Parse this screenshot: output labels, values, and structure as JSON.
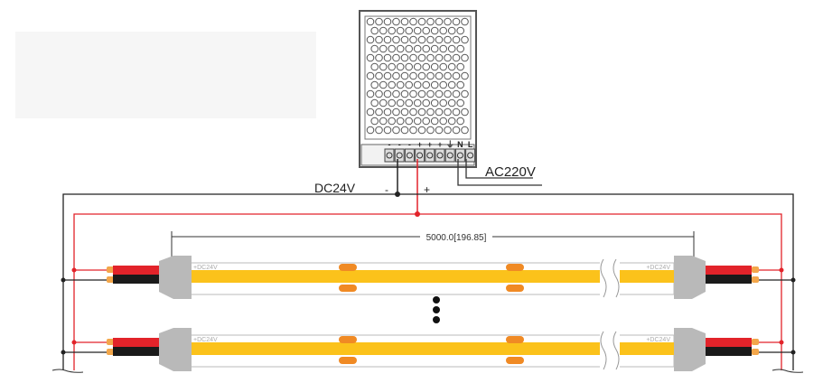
{
  "power_supply": {
    "terminal_labels": [
      "-",
      "-",
      "-",
      "+",
      "+",
      "+",
      "⏚",
      "N",
      "L"
    ],
    "output_label": "DC24V",
    "minus_label": "-",
    "plus_label": "+",
    "input_label": "AC220V"
  },
  "dimension": {
    "label": "5000.0[196.85]"
  },
  "strip": {
    "voltage_label": "+DC24V"
  },
  "colors": {
    "positive_wire": "#e2232a",
    "negative_wire": "#222222",
    "led_band": "#fbc21b",
    "solder_pad": "#f08a24",
    "connector": "#b9b9b9"
  }
}
